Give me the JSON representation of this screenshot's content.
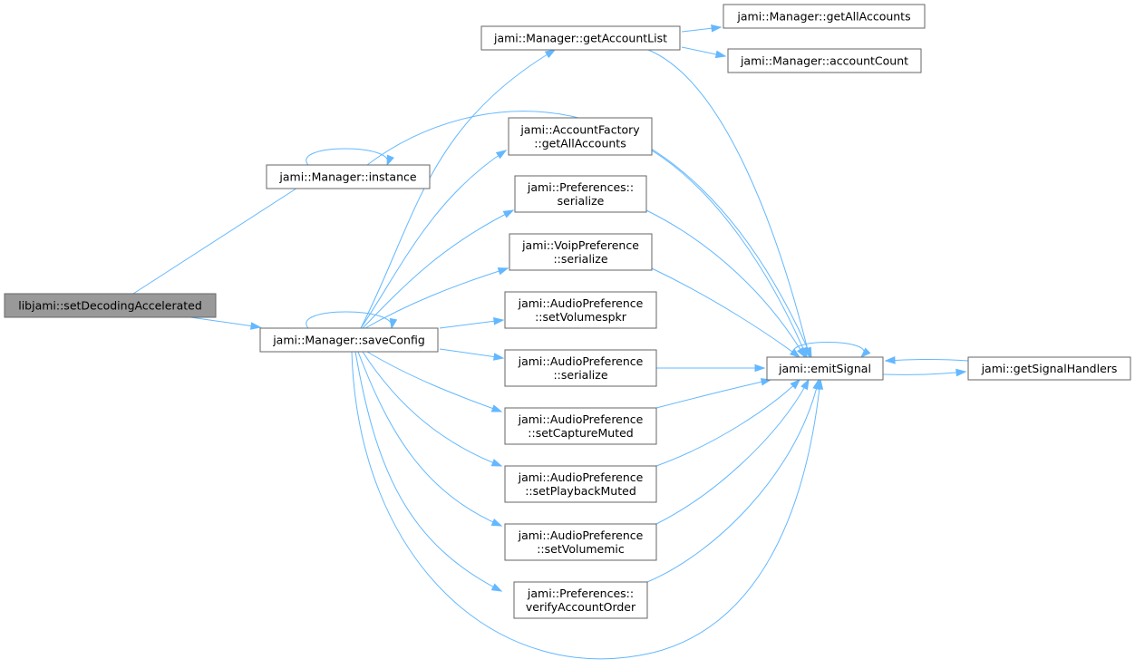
{
  "colors": {
    "edge": "#63b8ff",
    "node_border": "#666666",
    "node_fill": "#ffffff",
    "root_fill": "#999999"
  },
  "nodes": {
    "setDecodingAccelerated": {
      "lines": [
        "libjami::setDecodingAccelerated"
      ],
      "root": true
    },
    "instance": {
      "lines": [
        "jami::Manager::instance"
      ]
    },
    "saveConfig": {
      "lines": [
        "jami::Manager::saveConfig"
      ]
    },
    "getAccountList": {
      "lines": [
        "jami::Manager::getAccountList"
      ]
    },
    "getAllAccountsMgr": {
      "lines": [
        "jami::Manager::getAllAccounts"
      ]
    },
    "accountCount": {
      "lines": [
        "jami::Manager::accountCount"
      ]
    },
    "factoryGetAll": {
      "lines": [
        "jami::AccountFactory",
        "::getAllAccounts"
      ]
    },
    "prefSerialize": {
      "lines": [
        "jami::Preferences::",
        "serialize"
      ]
    },
    "voipSerialize": {
      "lines": [
        "jami::VoipPreference",
        "::serialize"
      ]
    },
    "setVolumespkr": {
      "lines": [
        "jami::AudioPreference",
        "::setVolumespkr"
      ]
    },
    "audioSerialize": {
      "lines": [
        "jami::AudioPreference",
        "::serialize"
      ]
    },
    "setCaptureMuted": {
      "lines": [
        "jami::AudioPreference",
        "::setCaptureMuted"
      ]
    },
    "setPlaybackMuted": {
      "lines": [
        "jami::AudioPreference",
        "::setPlaybackMuted"
      ]
    },
    "setVolumemic": {
      "lines": [
        "jami::AudioPreference",
        "::setVolumemic"
      ]
    },
    "verifyAccountOrder": {
      "lines": [
        "jami::Preferences::",
        "verifyAccountOrder"
      ]
    },
    "emitSignal": {
      "lines": [
        "jami::emitSignal"
      ]
    },
    "getSignalHandlers": {
      "lines": [
        "jami::getSignalHandlers"
      ]
    }
  },
  "edges": [
    [
      "setDecodingAccelerated",
      "instance"
    ],
    [
      "setDecodingAccelerated",
      "saveConfig"
    ],
    [
      "instance",
      "instance"
    ],
    [
      "instance",
      "emitSignal"
    ],
    [
      "saveConfig",
      "saveConfig"
    ],
    [
      "saveConfig",
      "getAccountList"
    ],
    [
      "saveConfig",
      "factoryGetAll"
    ],
    [
      "saveConfig",
      "prefSerialize"
    ],
    [
      "saveConfig",
      "voipSerialize"
    ],
    [
      "saveConfig",
      "setVolumespkr"
    ],
    [
      "saveConfig",
      "audioSerialize"
    ],
    [
      "saveConfig",
      "setCaptureMuted"
    ],
    [
      "saveConfig",
      "setPlaybackMuted"
    ],
    [
      "saveConfig",
      "setVolumemic"
    ],
    [
      "saveConfig",
      "verifyAccountOrder"
    ],
    [
      "saveConfig",
      "emitSignal"
    ],
    [
      "getAccountList",
      "getAllAccountsMgr"
    ],
    [
      "getAccountList",
      "accountCount"
    ],
    [
      "getAccountList",
      "emitSignal"
    ],
    [
      "factoryGetAll",
      "emitSignal"
    ],
    [
      "prefSerialize",
      "emitSignal"
    ],
    [
      "voipSerialize",
      "emitSignal"
    ],
    [
      "audioSerialize",
      "emitSignal"
    ],
    [
      "setCaptureMuted",
      "emitSignal"
    ],
    [
      "setPlaybackMuted",
      "emitSignal"
    ],
    [
      "setVolumemic",
      "emitSignal"
    ],
    [
      "verifyAccountOrder",
      "emitSignal"
    ],
    [
      "emitSignal",
      "emitSignal"
    ],
    [
      "emitSignal",
      "getSignalHandlers"
    ],
    [
      "getSignalHandlers",
      "emitSignal"
    ]
  ]
}
